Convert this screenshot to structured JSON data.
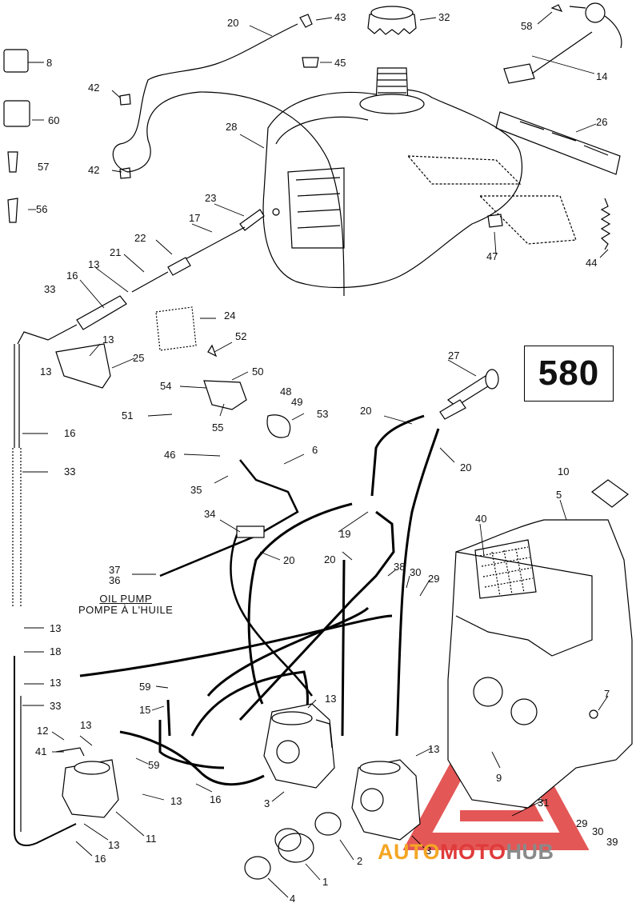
{
  "page_number": "580",
  "oil_pump_label": {
    "en": "OIL PUMP",
    "fr": "POMPE À L'HUILE"
  },
  "watermark": {
    "part1": "AUTO",
    "part2": "MOTO",
    "part3": "HUB"
  },
  "colors": {
    "line": "#000000",
    "watermark_red": "#e03a3a",
    "watermark_orange": "#f4a623",
    "watermark_gray": "#8a8a8a"
  },
  "callouts": {
    "c20a": "20",
    "c43": "43",
    "c32": "32",
    "c58": "58",
    "c8": "8",
    "c45": "45",
    "c14": "14",
    "c42a": "42",
    "c60": "60",
    "c28": "28",
    "c26": "26",
    "c57": "57",
    "c42b": "42",
    "c23": "23",
    "c56": "56",
    "c17": "17",
    "c22": "22",
    "c47": "47",
    "c21": "21",
    "c44": "44",
    "c13a": "13",
    "c16a": "16",
    "c33a": "33",
    "c24": "24",
    "c52": "52",
    "c13b": "13",
    "c25": "25",
    "c13c": "13",
    "c27": "27",
    "c50": "50",
    "c54": "54",
    "c48": "48",
    "c49": "49",
    "c51": "51",
    "c55": "55",
    "c53": "53",
    "c20b": "20",
    "c16b": "16",
    "c20c": "20",
    "c46": "46",
    "c6": "6",
    "c33b": "33",
    "c35": "35",
    "c10": "10",
    "c5": "5",
    "c34": "34",
    "c40": "40",
    "c19": "19",
    "c20d": "20",
    "c20e": "20",
    "c37": "37",
    "c36": "36",
    "c38": "38",
    "c30a": "30",
    "c29a": "29",
    "c13d": "13",
    "c18": "18",
    "c13e": "13",
    "c59a": "59",
    "c15": "15",
    "c33c": "33",
    "c13f": "13",
    "c7": "7",
    "c12": "12",
    "c13g": "13",
    "c41": "41",
    "c59b": "59",
    "c13h": "13",
    "c9": "9",
    "c16c": "16",
    "c3a": "3",
    "c31": "31",
    "c11": "11",
    "c13i": "13",
    "c29b": "29",
    "c30b": "30",
    "c16d": "16",
    "c3b": "3",
    "c2": "2",
    "c39": "39",
    "c1": "1",
    "c4": "4"
  }
}
